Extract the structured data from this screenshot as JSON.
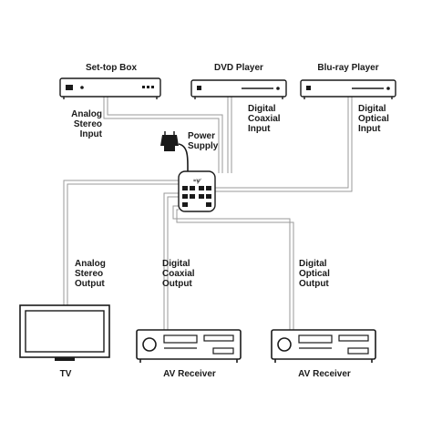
{
  "devices": {
    "set_top_box": "Set-top Box",
    "dvd_player": "DVD Player",
    "bluray_player": "Blu-ray Player",
    "tv": "TV",
    "av_receiver_1": "AV Receiver",
    "av_receiver_2": "AV Receiver",
    "power_supply": [
      "Power",
      "Supply"
    ]
  },
  "connections": {
    "analog_stereo_input": [
      "Analog",
      "Stereo",
      "Input"
    ],
    "digital_coaxial_input": [
      "Digital",
      "Coaxial",
      "Input"
    ],
    "digital_optical_input": [
      "Digital",
      "Optical",
      "Input"
    ],
    "analog_stereo_output": [
      "Analog",
      "Stereo",
      "Output"
    ],
    "digital_coaxial_output": [
      "Digital",
      "Coaxial",
      "Output"
    ],
    "digital_optical_output": [
      "Digital",
      "Optical",
      "Output"
    ]
  },
  "colors": {
    "line": "#1a1a1a",
    "cable": "#8a8a8a",
    "device_fill": "#ffffff"
  }
}
